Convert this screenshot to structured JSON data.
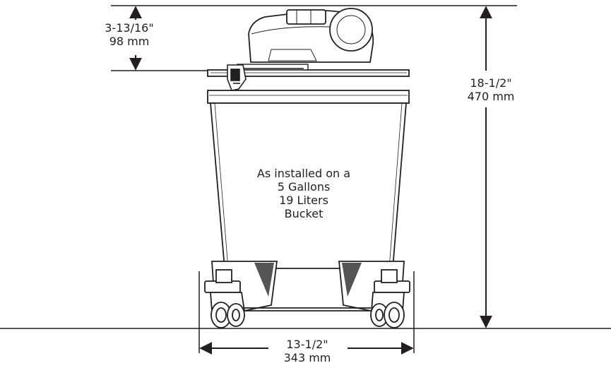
{
  "dimensions": {
    "lid_height": {
      "imperial": "3-13/16\"",
      "metric": "98 mm"
    },
    "total_height": {
      "imperial": "18-1/2\"",
      "metric": "470 mm"
    },
    "width": {
      "imperial": "13-1/2\"",
      "metric": "343 mm"
    }
  },
  "note": {
    "line1": "As installed on a",
    "line2": "5 Gallons",
    "line3": "19 Liters",
    "line4": "Bucket"
  },
  "colors": {
    "line": "#231f20",
    "fill": "#ffffff",
    "hatch": "#555555"
  }
}
